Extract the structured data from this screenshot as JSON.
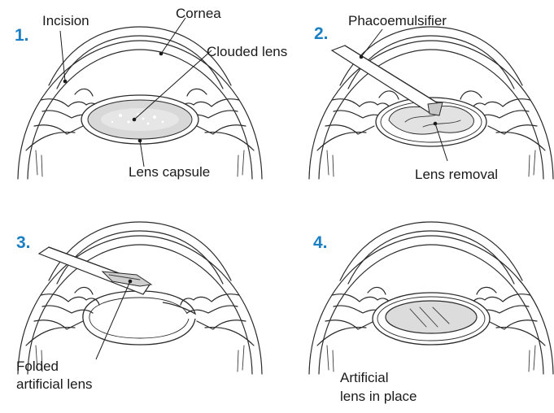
{
  "accent_color": "#1b7fc4",
  "steps": [
    {
      "number": "1.",
      "labels": {
        "incision": "Incision",
        "cornea": "Cornea",
        "clouded_lens": "Clouded lens",
        "lens_capsule": "Lens capsule"
      }
    },
    {
      "number": "2.",
      "labels": {
        "phacoemulsifier": "Phacoemulsifier",
        "lens_removal": "Lens removal"
      }
    },
    {
      "number": "3.",
      "labels": {
        "folded_line1": "Folded",
        "folded_line2": "artificial lens"
      }
    },
    {
      "number": "4.",
      "labels": {
        "artificial_line1": "Artificial",
        "artificial_line2": "lens in place"
      }
    }
  ]
}
